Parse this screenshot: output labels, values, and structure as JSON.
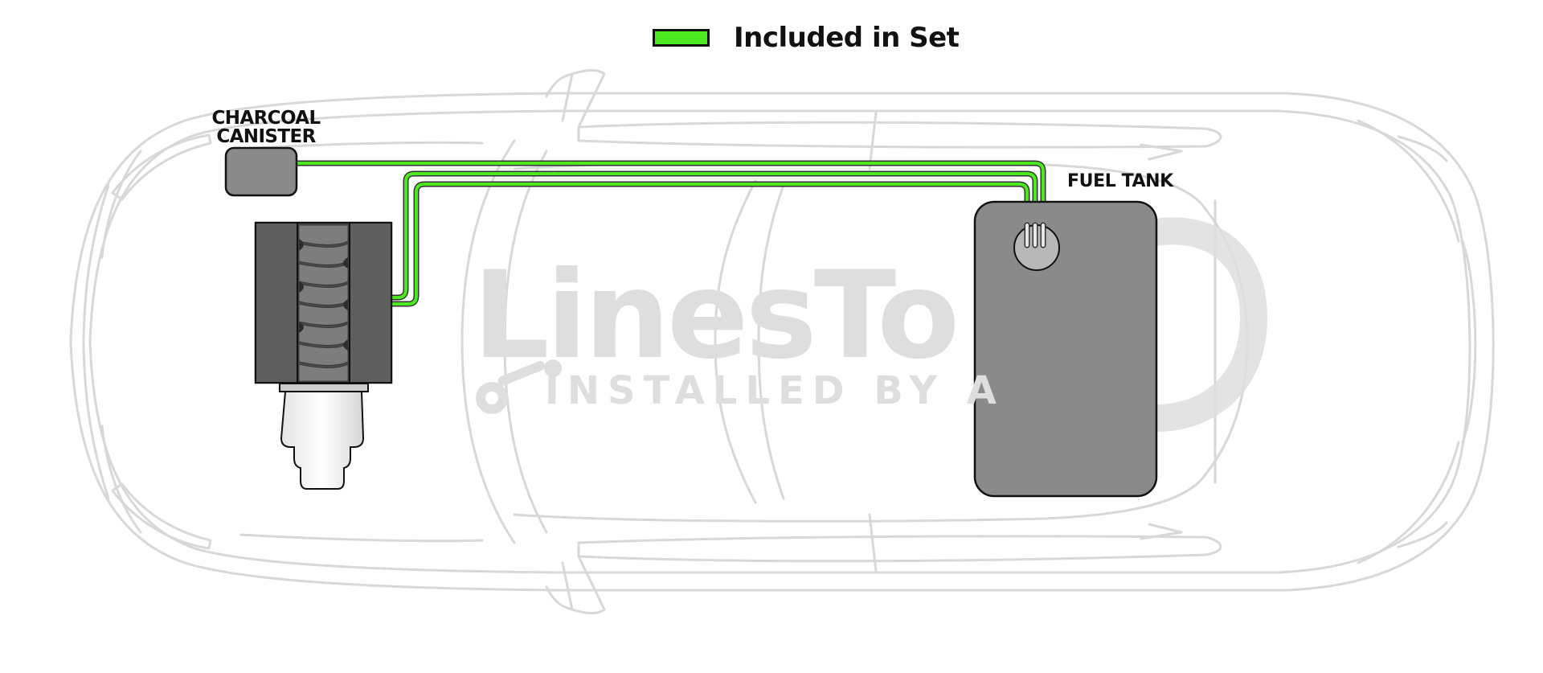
{
  "legend": {
    "label": "Included in Set",
    "swatch_color": "#4de81f"
  },
  "labels": {
    "charcoal_canister_line1": "CHARCOAL",
    "charcoal_canister_line2": "CANISTER",
    "fuel_tank": "FUEL TANK"
  },
  "watermark": {
    "brand": "LinesTo",
    "tagline": "INSTALLED BY A"
  },
  "colors": {
    "car_outline": "#d8d8d8",
    "component_fill": "#8a8a8a",
    "included_line": "#4de81f",
    "outline": "#111111",
    "watermark": "#dedede"
  },
  "icons": {
    "car": "car-top-view-outline",
    "engine": "engine-block",
    "transmission": "transmission",
    "canister": "charcoal-canister",
    "tank": "fuel-tank",
    "wrench": "wrench-icon"
  }
}
